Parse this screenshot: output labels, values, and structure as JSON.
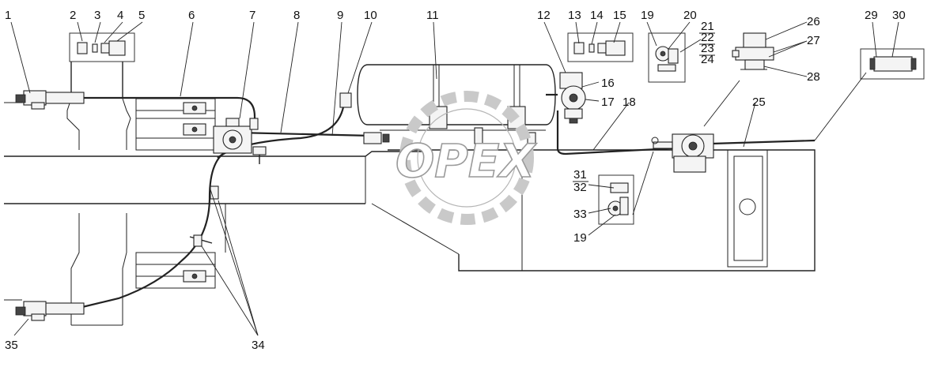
{
  "watermark": "OPEX",
  "callouts": {
    "n1": "1",
    "n2": "2",
    "n3": "3",
    "n4": "4",
    "n5": "5",
    "n6": "6",
    "n7": "7",
    "n8": "8",
    "n9": "9",
    "n10": "10",
    "n11": "11",
    "n12": "12",
    "n13": "13",
    "n14": "14",
    "n15": "15",
    "n16": "16",
    "n17": "17",
    "n18": "18",
    "n19a": "19",
    "n19b": "19",
    "n20": "20",
    "n21": "21",
    "n22": "22",
    "n23": "23",
    "n24": "24",
    "n25": "25",
    "n26": "26",
    "n27": "27",
    "n28": "28",
    "n29": "29",
    "n30": "30",
    "n31": "31",
    "n32": "32",
    "n33": "33",
    "n34": "34",
    "n35": "35"
  }
}
